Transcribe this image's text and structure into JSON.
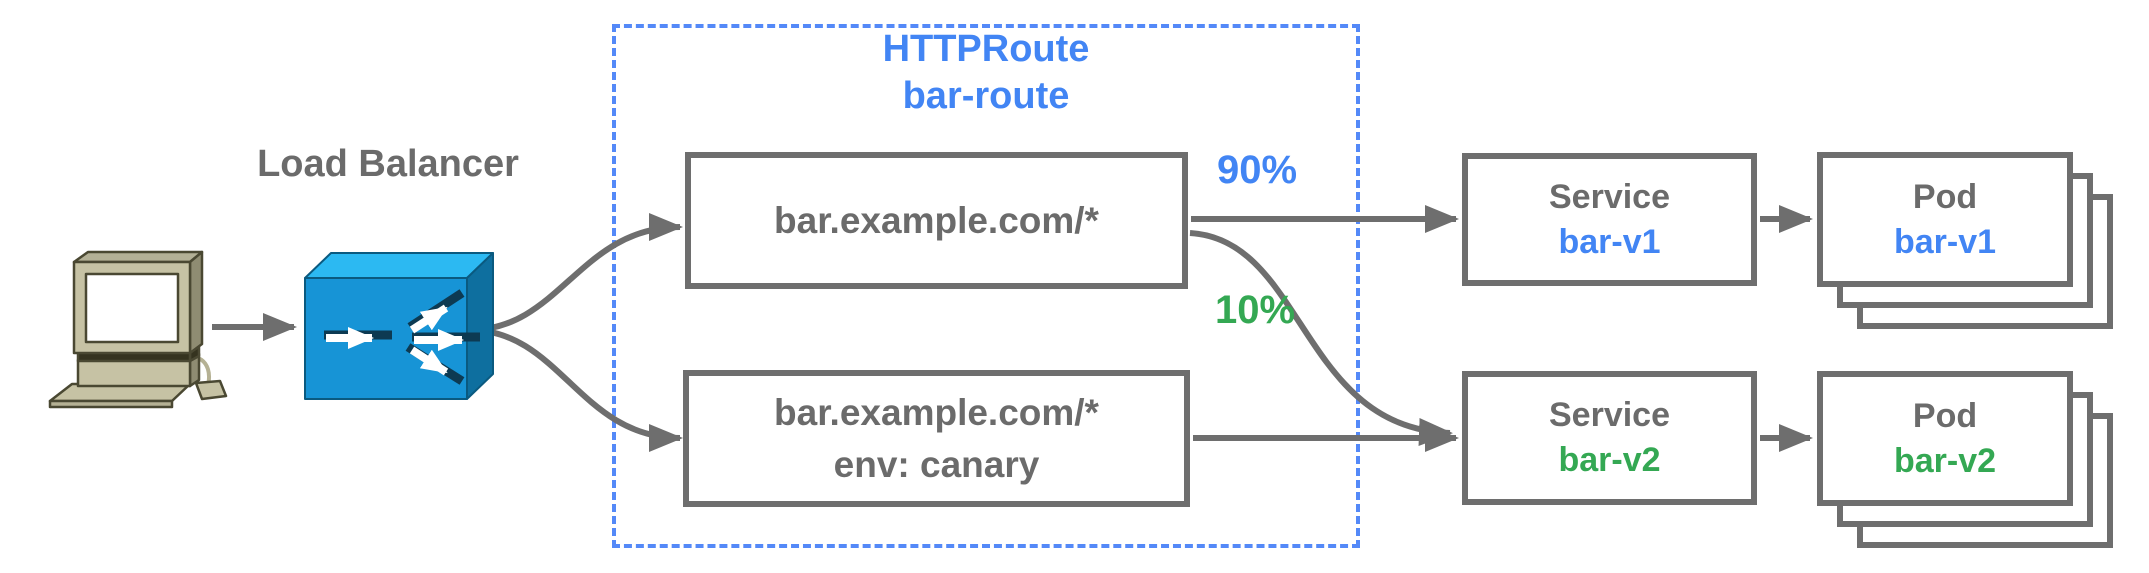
{
  "diagram": {
    "load_balancer": {
      "label": "Load Balancer"
    },
    "httproute_group": {
      "kind": "HTTPRoute",
      "name": "bar-route"
    },
    "routes": [
      {
        "match": "bar.example.com/*",
        "weight_label": "90%"
      },
      {
        "match": "bar.example.com/*",
        "header": "env: canary",
        "weight_label": "10%"
      }
    ],
    "services": [
      {
        "kind": "Service",
        "name": "bar-v1"
      },
      {
        "kind": "Service",
        "name": "bar-v2"
      }
    ],
    "pods": [
      {
        "kind": "Pod",
        "name": "bar-v1"
      },
      {
        "kind": "Pod",
        "name": "bar-v2"
      }
    ],
    "icons": [
      "computer-icon",
      "load-balancer-icon"
    ]
  },
  "colors": {
    "blue": "#4285F4",
    "green": "#34A853",
    "gray-text": "#6b6b6b",
    "border-gray": "#6e6e6e",
    "arrow-gray": "#6e6e6e",
    "dash-blue": "#5489F8",
    "lb-top": "#2cb9f2",
    "lb-front": "#1794d6",
    "lb-side": "#0e6f9f",
    "lb-outline": "#0a5a80",
    "computer-body": "#c6c2a4",
    "computer-top": "#b3b096",
    "computer-side": "#8f8c72",
    "computer-outline": "#4a4832"
  }
}
